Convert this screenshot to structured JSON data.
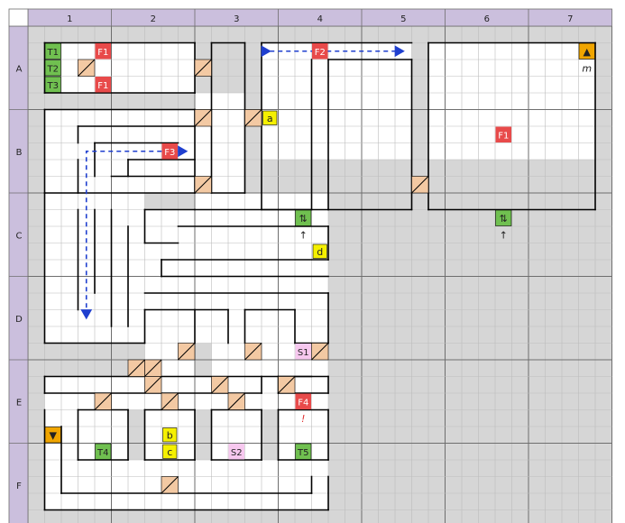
{
  "map": {
    "column_labels": [
      "1",
      "2",
      "3",
      "4",
      "5",
      "6",
      "7"
    ],
    "row_labels": [
      "A",
      "B",
      "C",
      "D",
      "E",
      "F"
    ],
    "colors": {
      "header_bg": "#cbbfdd",
      "grid_bg": "#d6d6d6",
      "grid_line": "#bdbdbd",
      "major_line": "#6e6e6e",
      "wall": "#000000",
      "floor": "#ffffff",
      "teleport_green": "#70c050",
      "floor_red": "#e84a4a",
      "event_yellow": "#f5f000",
      "stairs_orange": "#f0a500",
      "door_tan": "#f3c9a3",
      "special_pink": "#f7c8ef",
      "arrow_blue": "#1f3fcf",
      "text_red": "#e03030"
    },
    "markers": [
      {
        "label": "T1",
        "kind": "green"
      },
      {
        "label": "T2",
        "kind": "green"
      },
      {
        "label": "T3",
        "kind": "green"
      },
      {
        "label": "F1",
        "kind": "red"
      },
      {
        "label": "F1",
        "kind": "red"
      },
      {
        "label": "F2",
        "kind": "red"
      },
      {
        "label": "F1",
        "kind": "red"
      },
      {
        "label": "F3",
        "kind": "red"
      },
      {
        "label": "F4",
        "kind": "red"
      },
      {
        "label": "a",
        "kind": "yellow"
      },
      {
        "label": "b",
        "kind": "yellow"
      },
      {
        "label": "c",
        "kind": "yellow"
      },
      {
        "label": "d",
        "kind": "yellow"
      },
      {
        "label": "S1",
        "kind": "pink"
      },
      {
        "label": "S2",
        "kind": "pink"
      },
      {
        "label": "T4",
        "kind": "green"
      },
      {
        "label": "T5",
        "kind": "green"
      },
      {
        "label": "⇅",
        "kind": "green"
      },
      {
        "label": "⇅",
        "kind": "green"
      },
      {
        "label": "▲",
        "kind": "orange"
      },
      {
        "label": "▼",
        "kind": "orange"
      }
    ],
    "texts": [
      {
        "label": "m",
        "style": "italic"
      },
      {
        "label": "!",
        "style": "red-italic"
      },
      {
        "label": "↑",
        "style": "plain"
      },
      {
        "label": "↑",
        "style": "plain"
      }
    ]
  }
}
